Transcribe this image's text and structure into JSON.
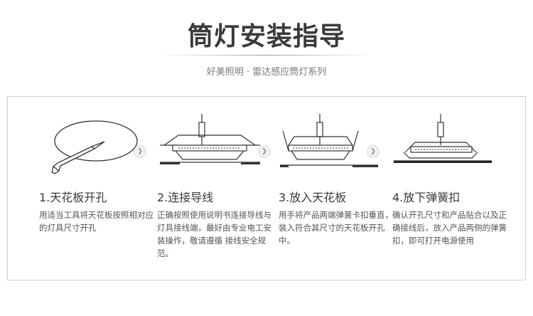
{
  "header": {
    "title": "筒灯安装指导",
    "subtitle": "好美照明 · 雷达感应筒灯系列"
  },
  "steps": [
    {
      "label": "1.天花板开孔",
      "desc": "用适当工具将天花板按照相对应的灯具尺寸开孔"
    },
    {
      "label": "2.连接导线",
      "desc": "正确按照使用说明书连接导线与灯具接线端，最好由专业电工安装操作，敬请遵循 接线安全规范。"
    },
    {
      "label": "3.放入天花板",
      "desc": "用手将产品两端弹簧卡扣垂直，装入符合其尺寸的天花板开孔中。"
    },
    {
      "label": "4.放下弹簧扣",
      "desc": "确认开孔尺寸和产品贴合以及正确接线后，放入产品两侧的弹簧扣，即可打开电源使用"
    }
  ],
  "icons": {
    "step_arrow": "chevron-right-icon"
  },
  "colors": {
    "text": "#3a3a3a",
    "border": "#cfcfcf",
    "line": "#333333"
  }
}
